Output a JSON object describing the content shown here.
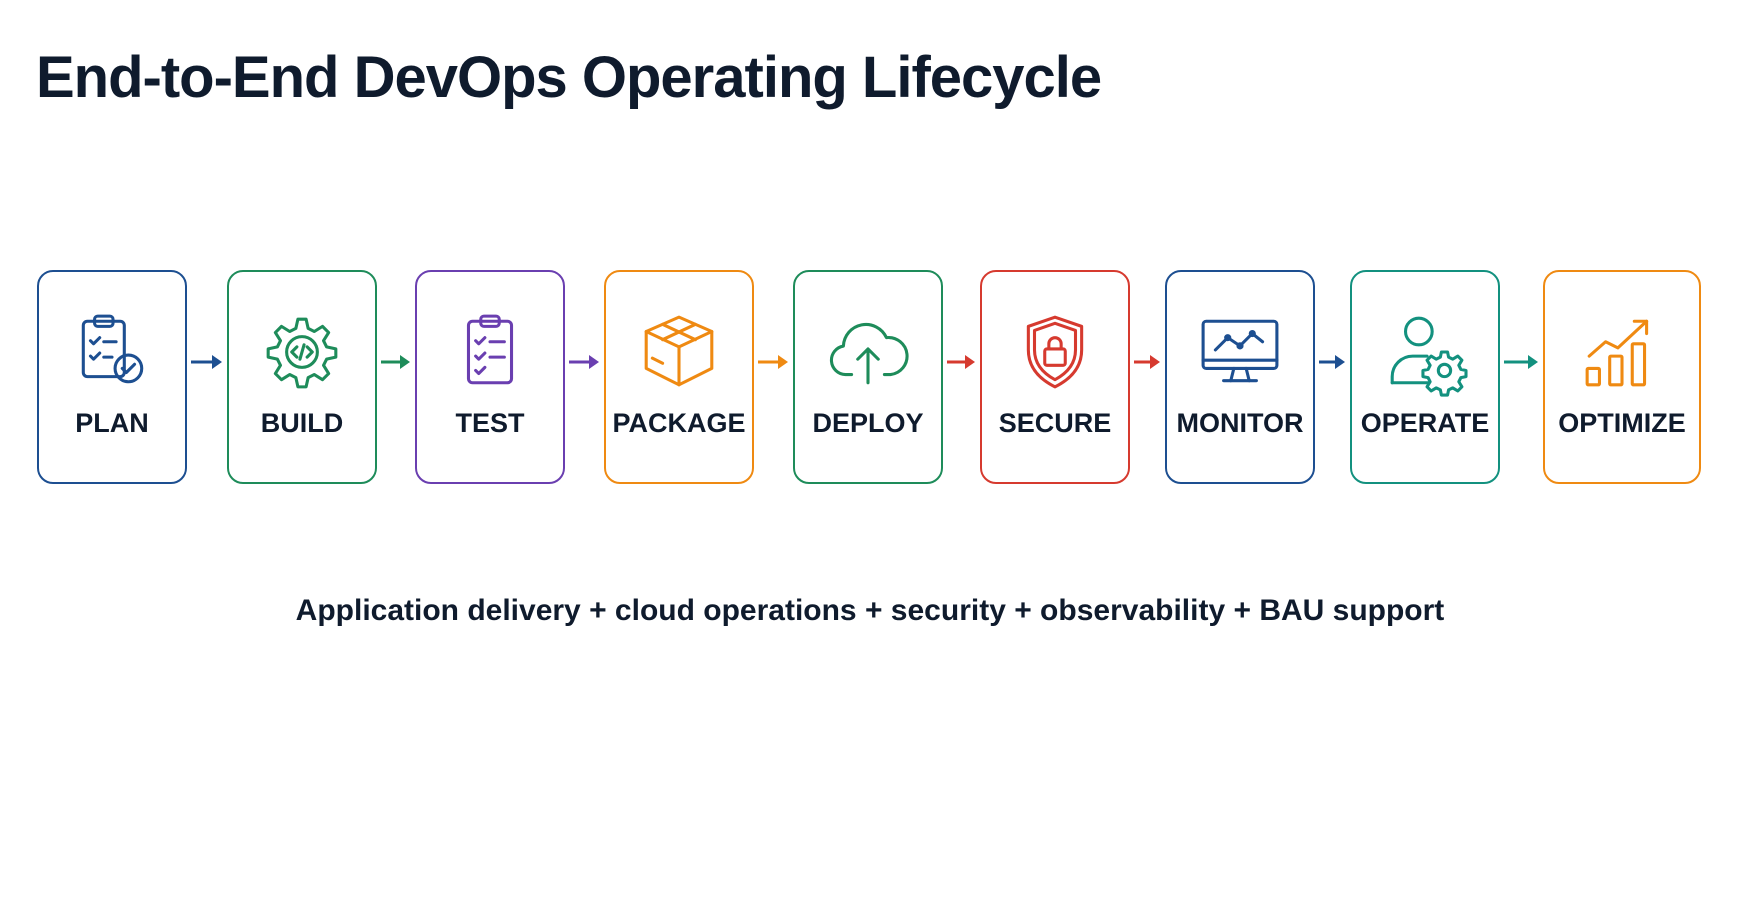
{
  "title": "End-to-End DevOps Operating Lifecycle",
  "tagline": "Application delivery + cloud operations + security + observability + BAU support",
  "stages": [
    {
      "label": "PLAN",
      "icon": "clipboard-check-icon",
      "color": "#1d4f91"
    },
    {
      "label": "BUILD",
      "icon": "gear-code-icon",
      "color": "#1e8c5a"
    },
    {
      "label": "TEST",
      "icon": "checklist-icon",
      "color": "#6a3fb0"
    },
    {
      "label": "PACKAGE",
      "icon": "box-icon",
      "color": "#ef8a12"
    },
    {
      "label": "DEPLOY",
      "icon": "cloud-upload-icon",
      "color": "#1e8c5a"
    },
    {
      "label": "SECURE",
      "icon": "shield-lock-icon",
      "color": "#d63a2f"
    },
    {
      "label": "MONITOR",
      "icon": "monitor-chart-icon",
      "color": "#1d4f91"
    },
    {
      "label": "OPERATE",
      "icon": "user-gear-icon",
      "color": "#13917f"
    },
    {
      "label": "OPTIMIZE",
      "icon": "growth-chart-icon",
      "color": "#ef8a12"
    }
  ],
  "arrows": [
    {
      "color": "#1d4f91"
    },
    {
      "color": "#1e8c5a"
    },
    {
      "color": "#6a3fb0"
    },
    {
      "color": "#ef8a12"
    },
    {
      "color": "#d63a2f"
    },
    {
      "color": "#d63a2f"
    },
    {
      "color": "#1d4f91"
    },
    {
      "color": "#13917f"
    }
  ]
}
